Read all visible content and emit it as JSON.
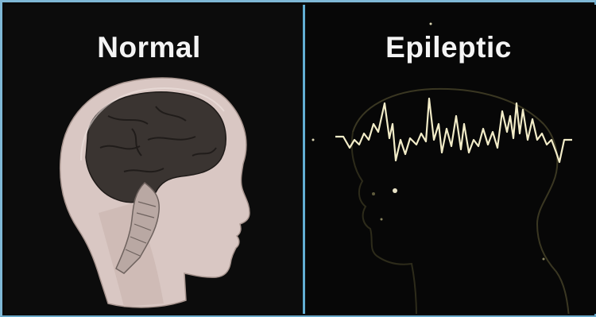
{
  "panels": [
    {
      "title": "Normal",
      "illustration": "head-with-brain"
    },
    {
      "title": "Epileptic",
      "illustration": "head-outline-with-spike-waveform"
    }
  ],
  "colors": {
    "frame_border": "#7fb8d6",
    "divider": "#62aed3",
    "background": "#0a0a0a",
    "title_text": "#f4f4f4",
    "head_skin": "#d9c7c3",
    "brain": "#3a3431",
    "waveform": "#f2ecc8",
    "outline_glow": "#3a3722"
  }
}
